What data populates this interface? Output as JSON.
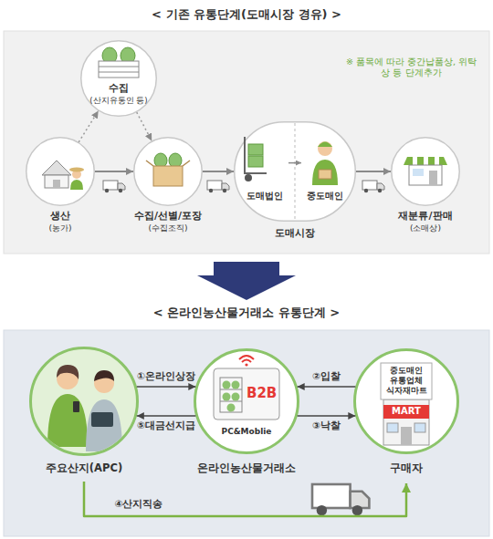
{
  "diagram": {
    "nodes": [
      {
        "text": [
          "생산",
          "(농가)"
        ]
      },
      {
        "text": [
          "수집",
          "(산지유통인 등)"
        ]
      },
      {
        "text": [
          "수집/선별/포장",
          "(수집조직)"
        ]
      },
      {
        "text": [
          "도매시장"
        ]
      },
      {
        "text": [
          "도매법인"
        ],
        "in": 3
      },
      {
        "text": [
          "중도매인"
        ],
        "in": 3
      },
      {
        "text": [
          "재분류/판매",
          "(소매상)"
        ]
      },
      {
        "text": [
          "주요산지(APC)"
        ]
      },
      {
        "text": [
          "B2B",
          "PC&Moblie",
          "온라인농산물거래소"
        ]
      },
      {
        "text": [
          "중도매인 유통업체 식자재마트",
          "MART",
          "구매자"
        ]
      }
    ],
    "edges": [
      {
        "from": 0,
        "to": 1,
        "arrow": "to"
      },
      {
        "from": 1,
        "to": 2,
        "arrow": "to"
      },
      {
        "from": 0,
        "to": 2,
        "arrow": "to"
      },
      {
        "from": 2,
        "to": 3,
        "arrow": "to"
      },
      {
        "from": 4,
        "to": 5,
        "arrow": "to"
      },
      {
        "from": 3,
        "to": 6,
        "arrow": "to"
      },
      {
        "from": 7,
        "to": 8,
        "label": "①온라인상장",
        "arrow": "to"
      },
      {
        "from": 9,
        "to": 8,
        "label": "②입찰",
        "arrow": "to"
      },
      {
        "from": 8,
        "to": 9,
        "label": "③낙찰",
        "arrow": "to"
      },
      {
        "from": 7,
        "to": 9,
        "label": "④산지직송",
        "arrow": "to"
      },
      {
        "from": 8,
        "to": 7,
        "label": "⑤대금선지급",
        "arrow": "to"
      }
    ],
    "labels": [
      "< 기존 유통단계(도매시장 경유) >",
      "※ 품목에 따라 중간납품상, 위탁상 등 단계추가",
      "< 온라인농산물거래소 유통단계 >"
    ]
  }
}
